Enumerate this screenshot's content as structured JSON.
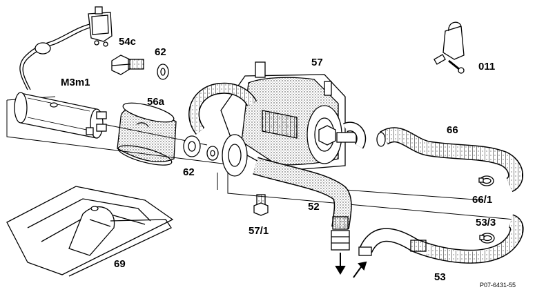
{
  "callouts": {
    "m3m1": "M3m1",
    "p54c": "54c",
    "p62_top": "62",
    "p56a": "56a",
    "p62_bottom": "62",
    "p57": "57",
    "p011": "011",
    "p66": "66",
    "p66_1": "66/1",
    "p52": "52",
    "p57_1": "57/1",
    "p53_3": "53/3",
    "p53": "53",
    "p69": "69"
  },
  "reference_code": "P07-6431-55",
  "colors": {
    "ink": "#000000",
    "paper": "#ffffff",
    "stipple": "#555555"
  }
}
